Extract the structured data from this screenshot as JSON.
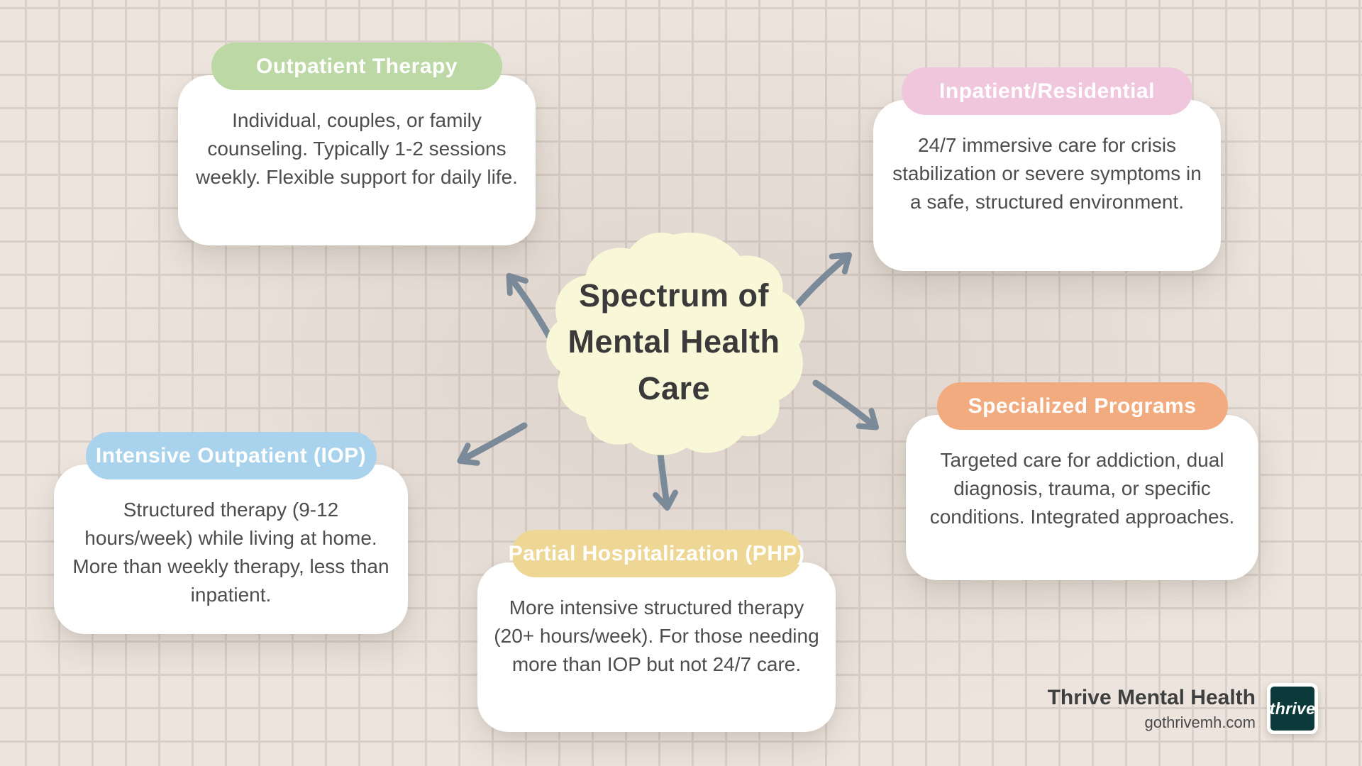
{
  "title": {
    "full": "Spectrum of Mental Health Care",
    "lines": [
      "Spectrum of",
      "Mental Health",
      "Care"
    ]
  },
  "cards": [
    {
      "id": "outpatient-therapy",
      "title": "Outpatient Therapy",
      "body": "Individual, couples, or family counseling. Typically 1-2 sessions weekly. Flexible support for daily life.",
      "accent": "#bcd8a4"
    },
    {
      "id": "inpatient-residential",
      "title": "Inpatient/Residential",
      "body": "24/7 immersive care for crisis stabilization or severe symptoms in a safe, structured environment.",
      "accent": "#f0c6dd"
    },
    {
      "id": "specialized-programs",
      "title": "Specialized Programs",
      "body": "Targeted care for addiction, dual diagnosis, trauma, or specific conditions. Integrated approaches.",
      "accent": "#f2ab7e"
    },
    {
      "id": "intensive-outpatient",
      "title": "Intensive Outpatient (IOP)",
      "body": "Structured therapy (9-12 hours/week) while living at home. More than weekly therapy, less than inpatient.",
      "accent": "#a9d2ec"
    },
    {
      "id": "partial-hospitalization",
      "title": "Partial Hospitalization (PHP)",
      "body": "More intensive structured therapy (20+ hours/week). For those needing more than IOP but not 24/7 care.",
      "accent": "#eed795"
    }
  ],
  "footer": {
    "brand": "Thrive Mental Health",
    "website": "gothrivemh.com",
    "logo_text": "thrive",
    "logo_color": "#0c3a3b"
  },
  "colors": {
    "background": "#ece4dd",
    "grid_line": "#d9d0c9",
    "blob_fill": "#f8f7d8",
    "arrow": "#7b8a99",
    "body_text": "#4d4d4d",
    "title_text": "#3a3a3a"
  }
}
